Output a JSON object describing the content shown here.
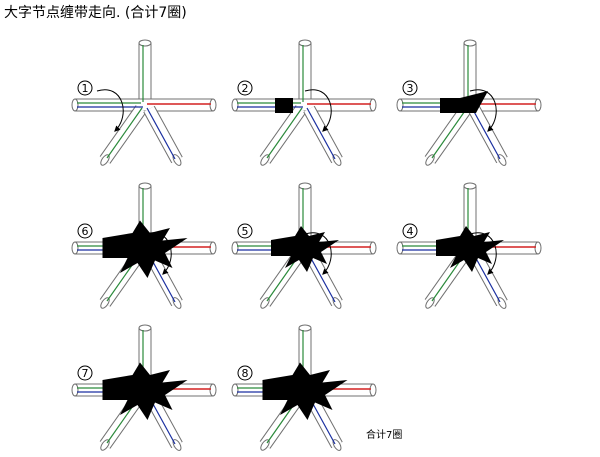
{
  "title": "大字节点缠带走向. (合计7圈)",
  "footnote": "合计7圈",
  "panels": [
    {
      "label": "1",
      "stage": 1
    },
    {
      "label": "2",
      "stage": 2
    },
    {
      "label": "3",
      "stage": 3
    },
    {
      "label": "6",
      "stage": 6
    },
    {
      "label": "5",
      "stage": 5
    },
    {
      "label": "4",
      "stage": 4
    },
    {
      "label": "7",
      "stage": 7
    },
    {
      "label": "8",
      "stage": 8
    }
  ],
  "colors": {
    "pipe_outline": "#707070",
    "red_line": "#d32020",
    "blue_line": "#1a2fa0",
    "green_line": "#2a8a3a",
    "tape": "#000000"
  }
}
